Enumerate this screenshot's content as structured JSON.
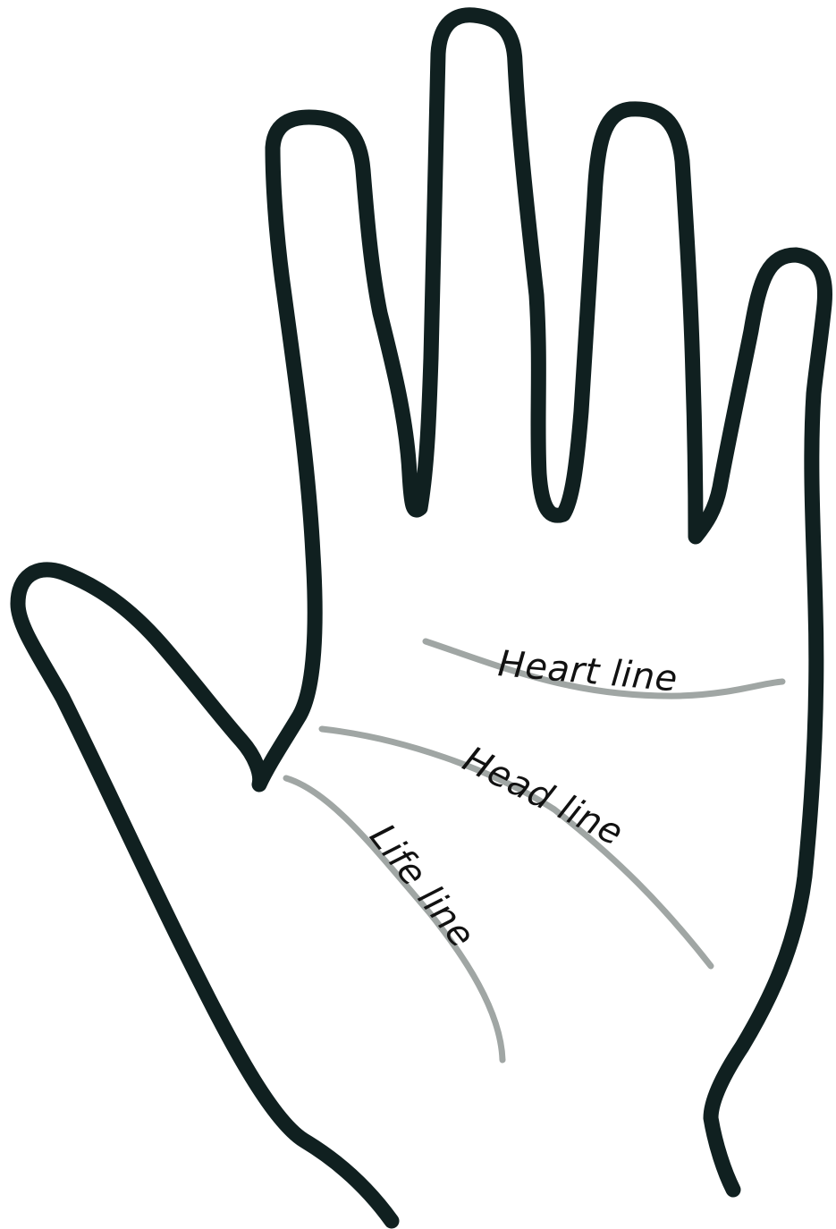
{
  "colors": {
    "outline": "#102020",
    "palm_line": "#a0a6a4",
    "label_text": "#111111",
    "background": "#ffffff"
  },
  "labels": {
    "heart": "Heart line",
    "head": "Head line",
    "life": "Life line"
  }
}
